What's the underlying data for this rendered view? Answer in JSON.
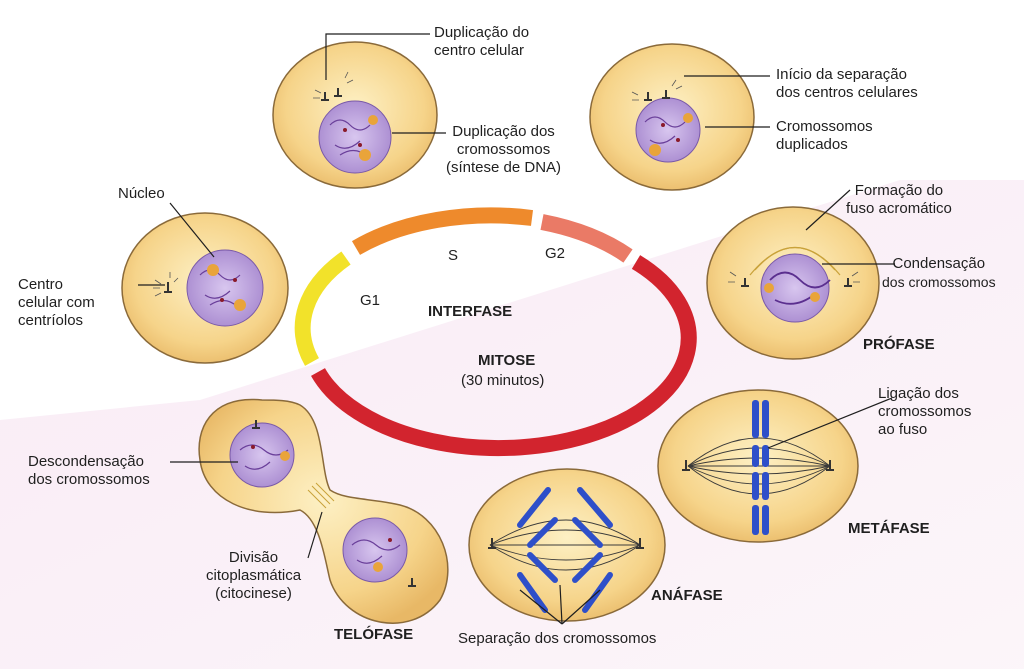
{
  "cycle": {
    "segments": {
      "g1": "G1",
      "s": "S",
      "g2": "G2"
    },
    "interfase": "INTERFASE",
    "mitose": "MITOSE",
    "duration": "(30 minutos)"
  },
  "phases": {
    "profase": "PRÓFASE",
    "metafase": "METÁFASE",
    "anafase": "ANÁFASE",
    "telofase": "TELÓFASE"
  },
  "labels": {
    "duplicacao_centro": [
      "Duplicação do",
      "centro celular"
    ],
    "duplicacao_cromossomos": [
      "Duplicação dos",
      "cromossomos",
      "(síntese de DNA)"
    ],
    "inicio_separacao": [
      "Início da separação",
      "dos centros celulares"
    ],
    "cromossomos_duplicados": [
      "Cromossomos",
      "duplicados"
    ],
    "nucleo": "Núcleo",
    "centro_celular": [
      "Centro",
      "celular com",
      "centríolos"
    ],
    "formacao_fuso": [
      "Formação do",
      "fuso acromático"
    ],
    "condensacao": [
      "Condensação",
      "dos cromossomos"
    ],
    "ligacao": [
      "Ligação dos",
      "cromossomos",
      "ao fuso"
    ],
    "descondensacao": [
      "Descondensação",
      "dos cromossomos"
    ],
    "divisao": [
      "Divisão",
      "citoplasmática",
      "(citocinese)"
    ],
    "separacao": "Separação dos cromossomos"
  },
  "colors": {
    "cell_fill": "#f6d48a",
    "cell_stroke": "#8a6a3a",
    "nucleus": "#b59ad6",
    "chromosome": "#2e4fc9",
    "g1": "#f2e22a",
    "s": "#ee8a2c",
    "g2": "#ea7a66",
    "mitosis": "#d2242e"
  }
}
